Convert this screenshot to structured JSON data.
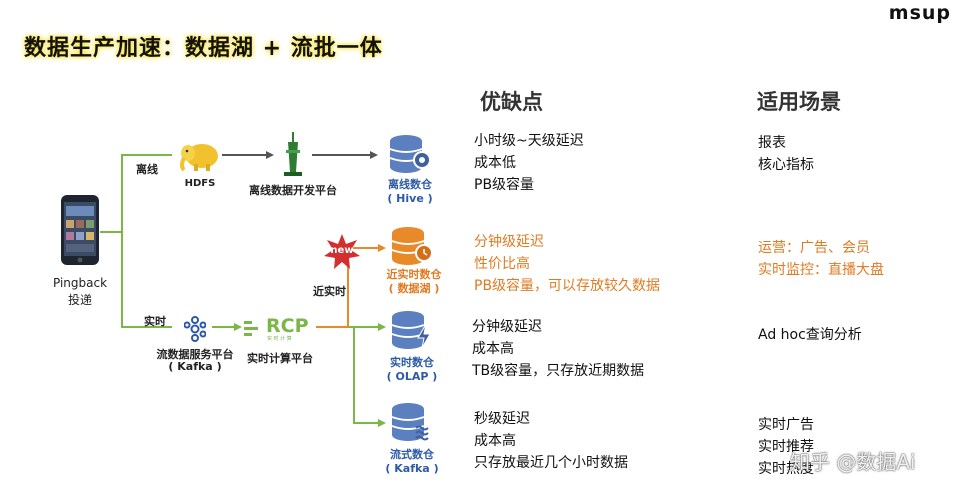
{
  "title": "数据生产加速：数据湖 + 流批一体",
  "logo": "msup",
  "headers": {
    "pros_cons": "优缺点",
    "scenarios": "适用场景"
  },
  "source": {
    "label_1": "Pingback",
    "label_2": "投递"
  },
  "branches": {
    "offline": "离线",
    "realtime": "实时",
    "near_realtime": "近实时"
  },
  "nodes": {
    "hdfs": "HDFS",
    "offline_platform": "离线数据开发平台",
    "offline_warehouse": "离线数仓",
    "offline_warehouse_sub": "( Hive )",
    "near_warehouse": "近实时数仓",
    "near_warehouse_sub": "( 数据湖 )",
    "new_badge": "new",
    "stream_service": "流数据服务平台",
    "stream_service_sub": "( Kafka )",
    "rcp_logo": "RCP",
    "rcp_logo_sub": "实 时 计 算",
    "rcp_platform": "实时计算平台",
    "realtime_warehouse": "实时数仓",
    "realtime_warehouse_sub": "( OLAP )",
    "stream_warehouse": "流式数仓",
    "stream_warehouse_sub": "( Kafka )"
  },
  "rows": [
    {
      "pros": [
        "小时级~天级延迟",
        "成本低",
        "PB级容量"
      ],
      "scenarios": [
        "报表",
        "核心指标"
      ],
      "highlight": false
    },
    {
      "pros": [
        "分钟级延迟",
        "性价比高",
        "PB级容量，可以存放较久数据"
      ],
      "scenarios": [
        "运营：广告、会员",
        "实时监控：直播大盘"
      ],
      "highlight": true
    },
    {
      "pros": [
        "分钟级延迟",
        "成本高",
        "TB级容量，只存放近期数据"
      ],
      "scenarios": [
        "Ad hoc查询分析"
      ],
      "highlight": false
    },
    {
      "pros": [
        "秒级延迟",
        "成本高",
        "只存放最近几个小时数据"
      ],
      "scenarios": [
        "实时广告",
        "实时推荐",
        "实时热度"
      ],
      "highlight": false
    }
  ],
  "watermark": "知乎 @数据Ai",
  "colors": {
    "accent_orange": "#e07b22",
    "db_blue": "#5b7fbf",
    "line_green": "#7ab648",
    "title_highlight": "#f7e33f"
  },
  "icons": [
    "phone-icon",
    "hadoop-elephant-icon",
    "tower-icon",
    "database-gear-icon",
    "database-clock-icon",
    "database-bolt-icon",
    "database-wave-icon",
    "kafka-icon",
    "new-star-badge-icon"
  ]
}
